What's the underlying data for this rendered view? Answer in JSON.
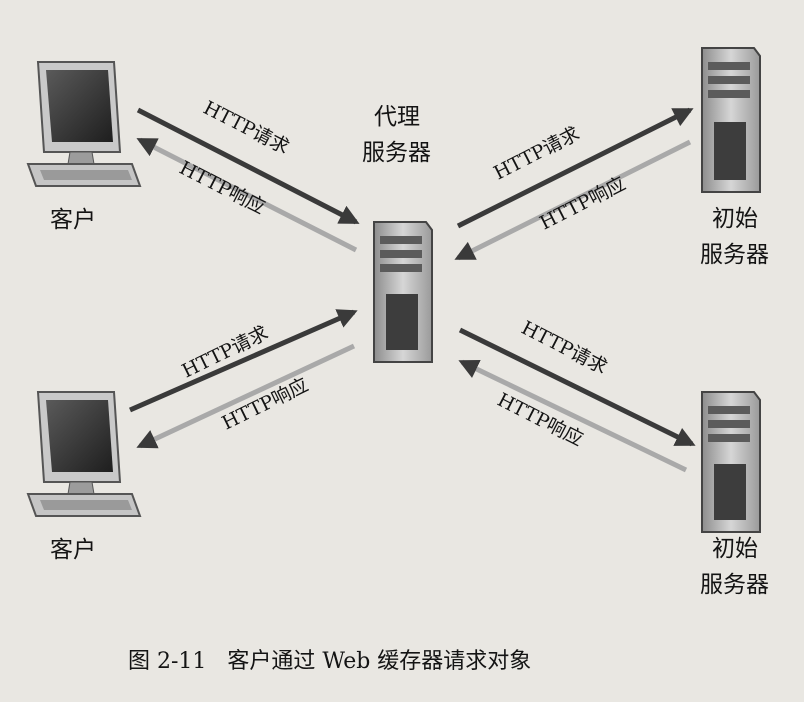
{
  "figure": {
    "caption": "图 2-11   客户通过 Web 缓存器请求对象",
    "proxy_label": [
      "代理",
      "服务器"
    ],
    "clients": [
      {
        "label": "客户",
        "icon": "desktop-computer-icon"
      },
      {
        "label": "客户",
        "icon": "desktop-computer-icon"
      }
    ],
    "servers": [
      {
        "label": [
          "初始",
          "服务器"
        ],
        "icon": "tower-server-icon"
      },
      {
        "label": [
          "初始",
          "服务器"
        ],
        "icon": "tower-server-icon"
      }
    ],
    "proxy_icon": "tower-server-icon",
    "request_label": "HTTP请求",
    "response_label": "HTTP响应",
    "colors": {
      "background": "#e9e7e2",
      "request_arrow": "#3a3a3a",
      "response_arrow": "#a9a9a9"
    }
  }
}
